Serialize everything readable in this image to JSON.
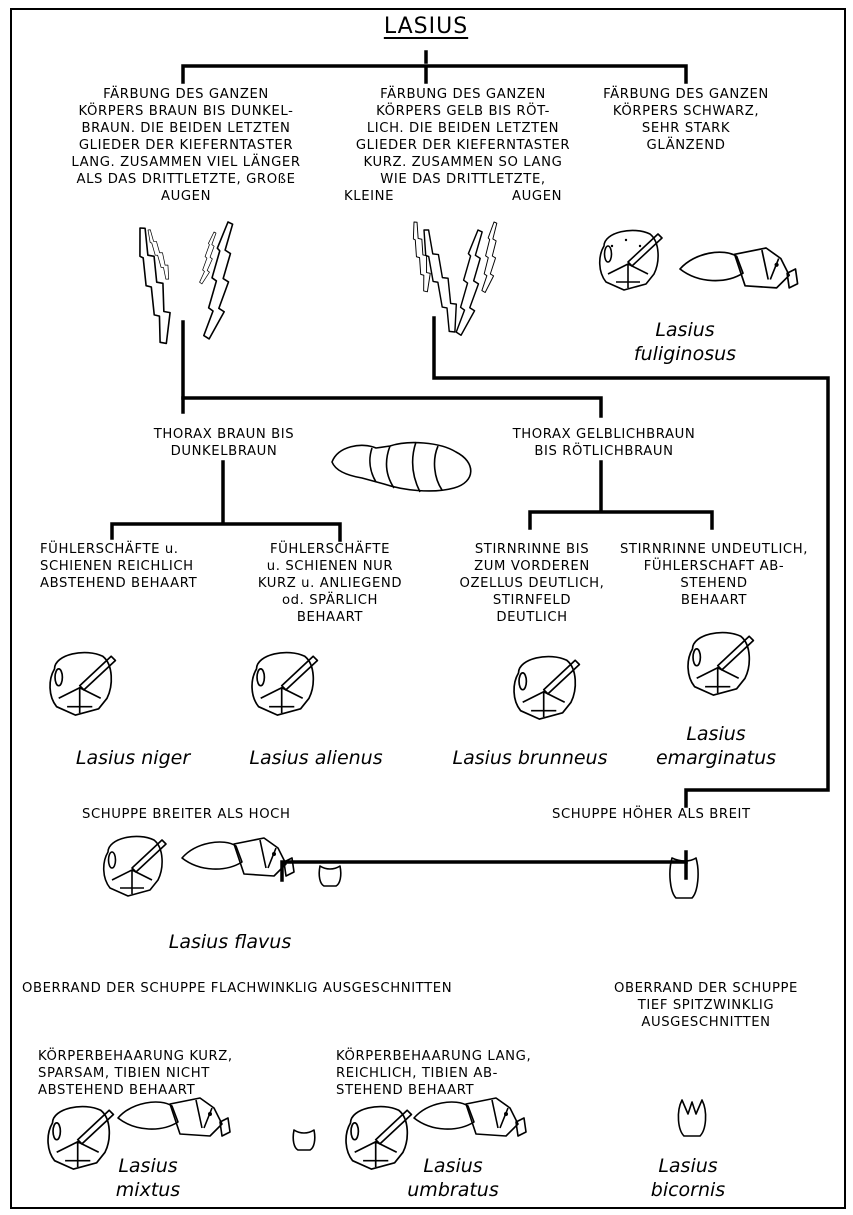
{
  "title": "LASIUS",
  "level1": {
    "left": "FÄRBUNG DES GANZEN\nKÖRPERS BRAUN BIS DUNKEL-\nBRAUN. DIE BEIDEN LETZTEN\nGLIEDER DER KIEFERNTASTER\nLANG. ZUSAMMEN VIEL LÄNGER\nALS DAS DRITTLETZTE, GROßE\nAUGEN",
    "middle": "FÄRBUNG DES GANZEN\nKÖRPERS GELB BIS RÖT-\nLICH. DIE BEIDEN LETZTEN\nGLIEDER DER KIEFERNTASTER\nKURZ. ZUSAMMEN SO LANG\nWIE DAS DRITTLETZTE,",
    "middle_kleine": "KLEINE",
    "middle_augen": "AUGEN",
    "right": "FÄRBUNG DES GANZEN\nKÖRPERS SCHWARZ,\nSEHR STARK\nGLÄNZEND",
    "species": "Lasius\nfuliginosus"
  },
  "level2": {
    "left": "THORAX BRAUN BIS\nDUNKELBRAUN",
    "right": "THORAX GELBLICHBRAUN\nBIS RÖTLICHBRAUN"
  },
  "level3": {
    "a": "FÜHLERSCHÄFTE u.\nSCHIENEN REICHLICH\nABSTEHEND BEHAART",
    "b": "FÜHLERSCHÄFTE\nu. SCHIENEN NUR\nKURZ u. ANLIEGEND\nod. SPÄRLICH\nBEHAART",
    "c": "STIRNRINNE BIS\nZUM VORDEREN\nOZELLUS DEUTLICH,\nSTIRNFELD\nDEUTLICH",
    "d": "STIRNRINNE UNDEUTLICH,\nFÜHLERSCHAFT AB-\nSTEHEND\nBEHAART",
    "species_a": "Lasius niger",
    "species_b": "Lasius alienus",
    "species_c": "Lasius brunneus",
    "species_d": "Lasius\nemarginatus"
  },
  "level4": {
    "left": "SCHUPPE BREITER ALS HOCH",
    "right": "SCHUPPE HÖHER ALS BREIT",
    "species": "Lasius flavus"
  },
  "level5": {
    "left": "OBERRAND DER SCHUPPE FLACHWINKLIG AUSGESCHNITTEN",
    "right": "OBERRAND DER SCHUPPE\nTIEF SPITZWINKLIG\nAUSGESCHNITTEN",
    "a": "KÖRPERBEHAARUNG KURZ,\nSPARSAM, TIBIEN NICHT\nABSTEHEND BEHAART",
    "b": "KÖRPERBEHAARUNG LANG,\nREICHLICH, TIBIEN AB-\nSTEHEND BEHAART",
    "species_a": "Lasius\nmixtus",
    "species_b": "Lasius\numbratus",
    "species_c": "Lasius\nbicornis"
  }
}
